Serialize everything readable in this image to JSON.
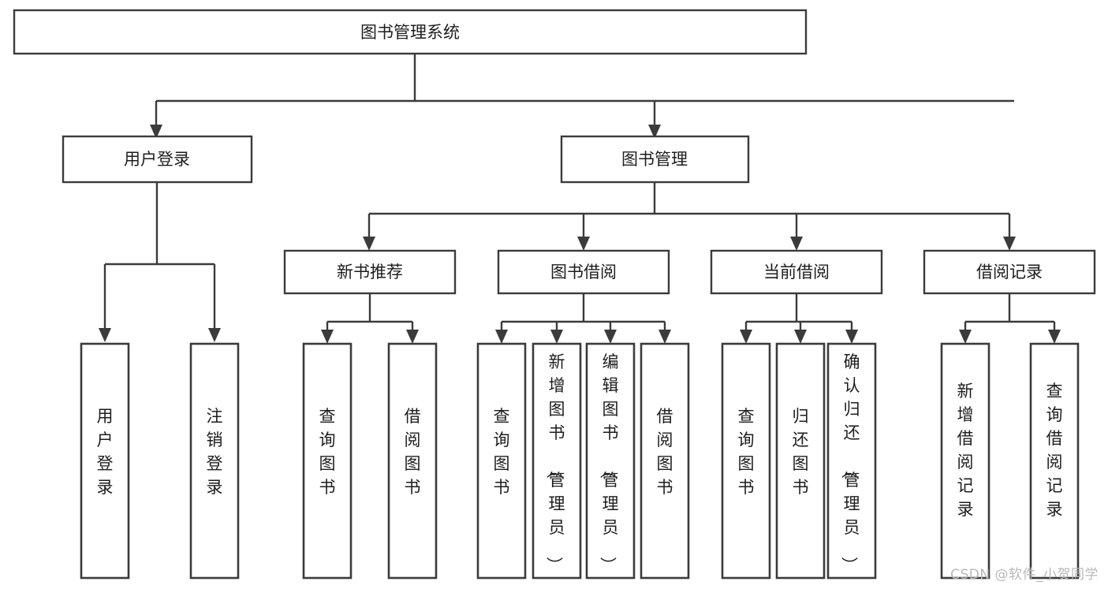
{
  "diagram": {
    "type": "tree-hierarchy",
    "title": "图书管理系统",
    "root": {
      "id": "root",
      "label": "图书管理系统"
    },
    "level2": [
      {
        "id": "n-user-login",
        "label": "用户登录"
      },
      {
        "id": "n-book-manage",
        "label": "图书管理"
      }
    ],
    "level3": [
      {
        "id": "n-new-book-rec",
        "label": "新书推荐",
        "parent": "n-book-manage"
      },
      {
        "id": "n-book-borrow",
        "label": "图书借阅",
        "parent": "n-book-manage"
      },
      {
        "id": "n-current-borrow",
        "label": "当前借阅",
        "parent": "n-book-manage"
      },
      {
        "id": "n-borrow-record",
        "label": "借阅记录",
        "parent": "n-book-manage"
      }
    ],
    "leaves": {
      "user_login": [
        {
          "id": "l-user-login",
          "label": "用户登录"
        },
        {
          "id": "l-logout",
          "label": "注销登录"
        }
      ],
      "new_book_rec": [
        {
          "id": "l-query-book-1",
          "label": "查询图书"
        },
        {
          "id": "l-borrow-book-1",
          "label": "借阅图书"
        }
      ],
      "book_borrow": [
        {
          "id": "l-query-book-2",
          "label": "查询图书"
        },
        {
          "id": "l-add-book",
          "label": "新增图书（管理员）"
        },
        {
          "id": "l-edit-book",
          "label": "编辑图书（管理员）"
        },
        {
          "id": "l-borrow-book-2",
          "label": "借阅图书"
        }
      ],
      "current_borrow": [
        {
          "id": "l-query-book-3",
          "label": "查询图书"
        },
        {
          "id": "l-return-book",
          "label": "归还图书"
        },
        {
          "id": "l-confirm-return",
          "label": "确认归还（管理员）"
        }
      ],
      "borrow_record": [
        {
          "id": "l-add-record",
          "label": "新增借阅记录"
        },
        {
          "id": "l-query-record",
          "label": "查询借阅记录"
        }
      ]
    },
    "colors": {
      "stroke": "#3b3b3b",
      "fill": "#ffffff",
      "text": "#1d1d1d",
      "watermark": "#b9b9b9"
    }
  },
  "watermark": {
    "text": "CSDN @软件_小贺同学"
  }
}
